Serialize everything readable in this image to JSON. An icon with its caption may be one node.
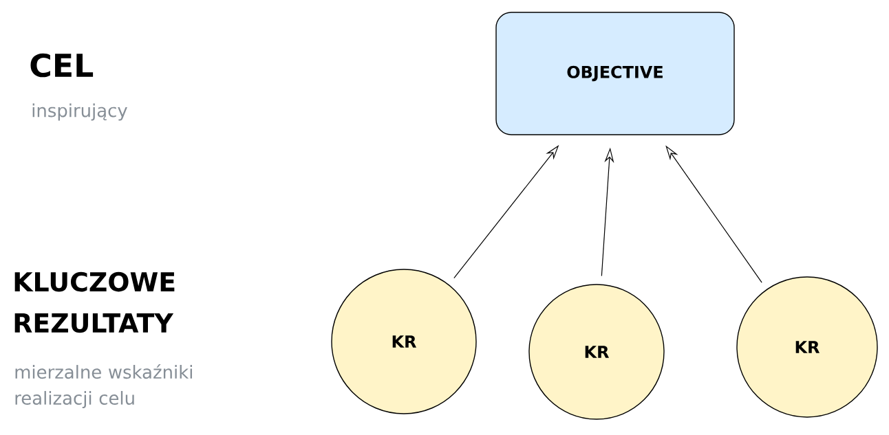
{
  "diagram": {
    "nodes": [
      {
        "text": [
          "OBJECTIVE"
        ]
      },
      {
        "text": [
          "KR"
        ]
      },
      {
        "text": [
          "KR"
        ]
      },
      {
        "text": [
          "KR"
        ]
      }
    ],
    "edges": [
      {
        "from": 1,
        "to": 0,
        "arrow": "to"
      },
      {
        "from": 2,
        "to": 0,
        "arrow": "to"
      },
      {
        "from": 3,
        "to": 0,
        "arrow": "to"
      }
    ],
    "labels": [
      "CEL",
      "inspirujący",
      "KLUCZOWE REZULTATY",
      "mierzalne wskaźniki realizacji celu"
    ]
  }
}
